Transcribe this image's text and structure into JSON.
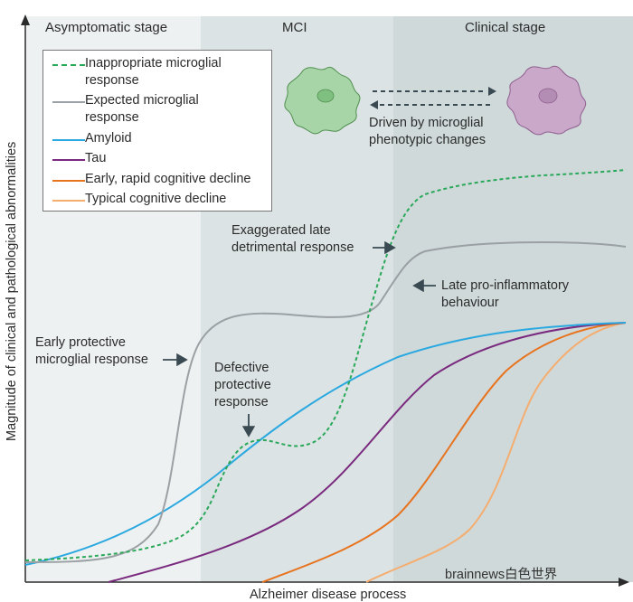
{
  "stages": {
    "asymptomatic": "Asymptomatic stage",
    "mci": "MCI",
    "clinical": "Clinical stage"
  },
  "axes": {
    "y_label": "Magnitude of clinical and pathological abnormalities",
    "x_label": "Alzheimer disease process"
  },
  "legend": [
    {
      "text": "Inappropriate microglial response",
      "color": "#2aa85a",
      "dash": "4,3"
    },
    {
      "text": "Expected microglial response",
      "color": "#9aa0a4",
      "dash": ""
    },
    {
      "text": "Amyloid",
      "color": "#2aa8e0",
      "dash": ""
    },
    {
      "text": "Tau",
      "color": "#7a2a7e",
      "dash": ""
    },
    {
      "text": "Early, rapid cognitive decline",
      "color": "#e8731e",
      "dash": ""
    },
    {
      "text": "Typical cognitive decline",
      "color": "#f5ad6f",
      "dash": ""
    }
  ],
  "annotations": {
    "phenotype_change": "Driven by microglial phenotypic changes",
    "exaggerated": "Exaggerated late detrimental response",
    "late_proinflammatory": "Late pro-inflammatory behaviour",
    "early_protective": "Early protective microglial response",
    "defective_protective": "Defective protective response"
  },
  "colors": {
    "stage1_bg": "#eef1f1",
    "stage2_bg": "#dbe3e4",
    "stage3_bg": "#cfd9da",
    "microglia_green": "#a8d5a8",
    "microglia_purple": "#c9a8c9"
  },
  "icons": [
    "microglia-resting-icon",
    "microglia-activated-icon",
    "double-arrow-icon"
  ],
  "watermark": "brainnews白色世界"
}
